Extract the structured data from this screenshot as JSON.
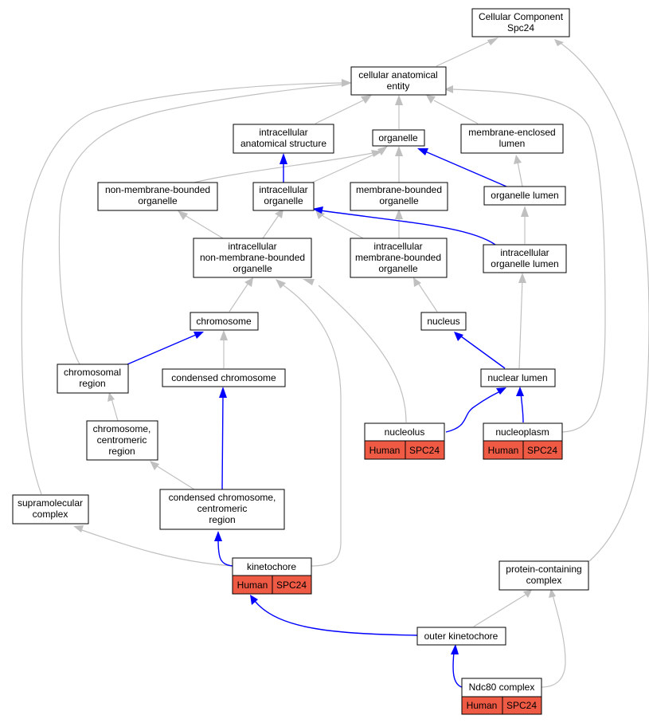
{
  "colors": {
    "is_a_edge": "#c0c0c0",
    "part_of_edge": "#0000ff",
    "annotation_fill": "#ef5a45",
    "node_border": "#000000"
  },
  "nodes": {
    "root": {
      "lines": [
        "Cellular Component",
        "Spc24"
      ]
    },
    "cae": {
      "lines": [
        "cellular anatomical",
        "entity"
      ]
    },
    "ias": {
      "lines": [
        "intracellular",
        "anatomical structure"
      ]
    },
    "org": {
      "lines": [
        "organelle"
      ]
    },
    "mel": {
      "lines": [
        "membrane-enclosed",
        "lumen"
      ]
    },
    "nmbo": {
      "lines": [
        "non-membrane-bounded",
        "organelle"
      ]
    },
    "io": {
      "lines": [
        "intracellular",
        "organelle"
      ]
    },
    "mbo": {
      "lines": [
        "membrane-bounded",
        "organelle"
      ]
    },
    "ol": {
      "lines": [
        "organelle lumen"
      ]
    },
    "inmbo": {
      "lines": [
        "intracellular",
        "non-membrane-bounded",
        "organelle"
      ]
    },
    "imbo": {
      "lines": [
        "intracellular",
        "membrane-bounded",
        "organelle"
      ]
    },
    "iol": {
      "lines": [
        "intracellular",
        "organelle lumen"
      ]
    },
    "chrom": {
      "lines": [
        "chromosome"
      ]
    },
    "nuc": {
      "lines": [
        "nucleus"
      ]
    },
    "chreg": {
      "lines": [
        "chromosomal",
        "region"
      ]
    },
    "cchrom": {
      "lines": [
        "condensed chromosome"
      ]
    },
    "nl": {
      "lines": [
        "nuclear lumen"
      ]
    },
    "nucleolus": {
      "lines": [
        "nucleolus"
      ],
      "species": "Human",
      "gene": "SPC24"
    },
    "nucleoplasm": {
      "lines": [
        "nucleoplasm"
      ],
      "species": "Human",
      "gene": "SPC24"
    },
    "ccr": {
      "lines": [
        "chromosome,",
        "centromeric",
        "region"
      ]
    },
    "smc": {
      "lines": [
        "supramolecular",
        "complex"
      ]
    },
    "cccr": {
      "lines": [
        "condensed chromosome,",
        "centromeric",
        "region"
      ]
    },
    "kin": {
      "lines": [
        "kinetochore"
      ],
      "species": "Human",
      "gene": "SPC24"
    },
    "pcc": {
      "lines": [
        "protein-containing",
        "complex"
      ]
    },
    "okin": {
      "lines": [
        "outer kinetochore"
      ]
    },
    "ndc80": {
      "lines": [
        "Ndc80 complex"
      ],
      "species": "Human",
      "gene": "SPC24"
    }
  }
}
